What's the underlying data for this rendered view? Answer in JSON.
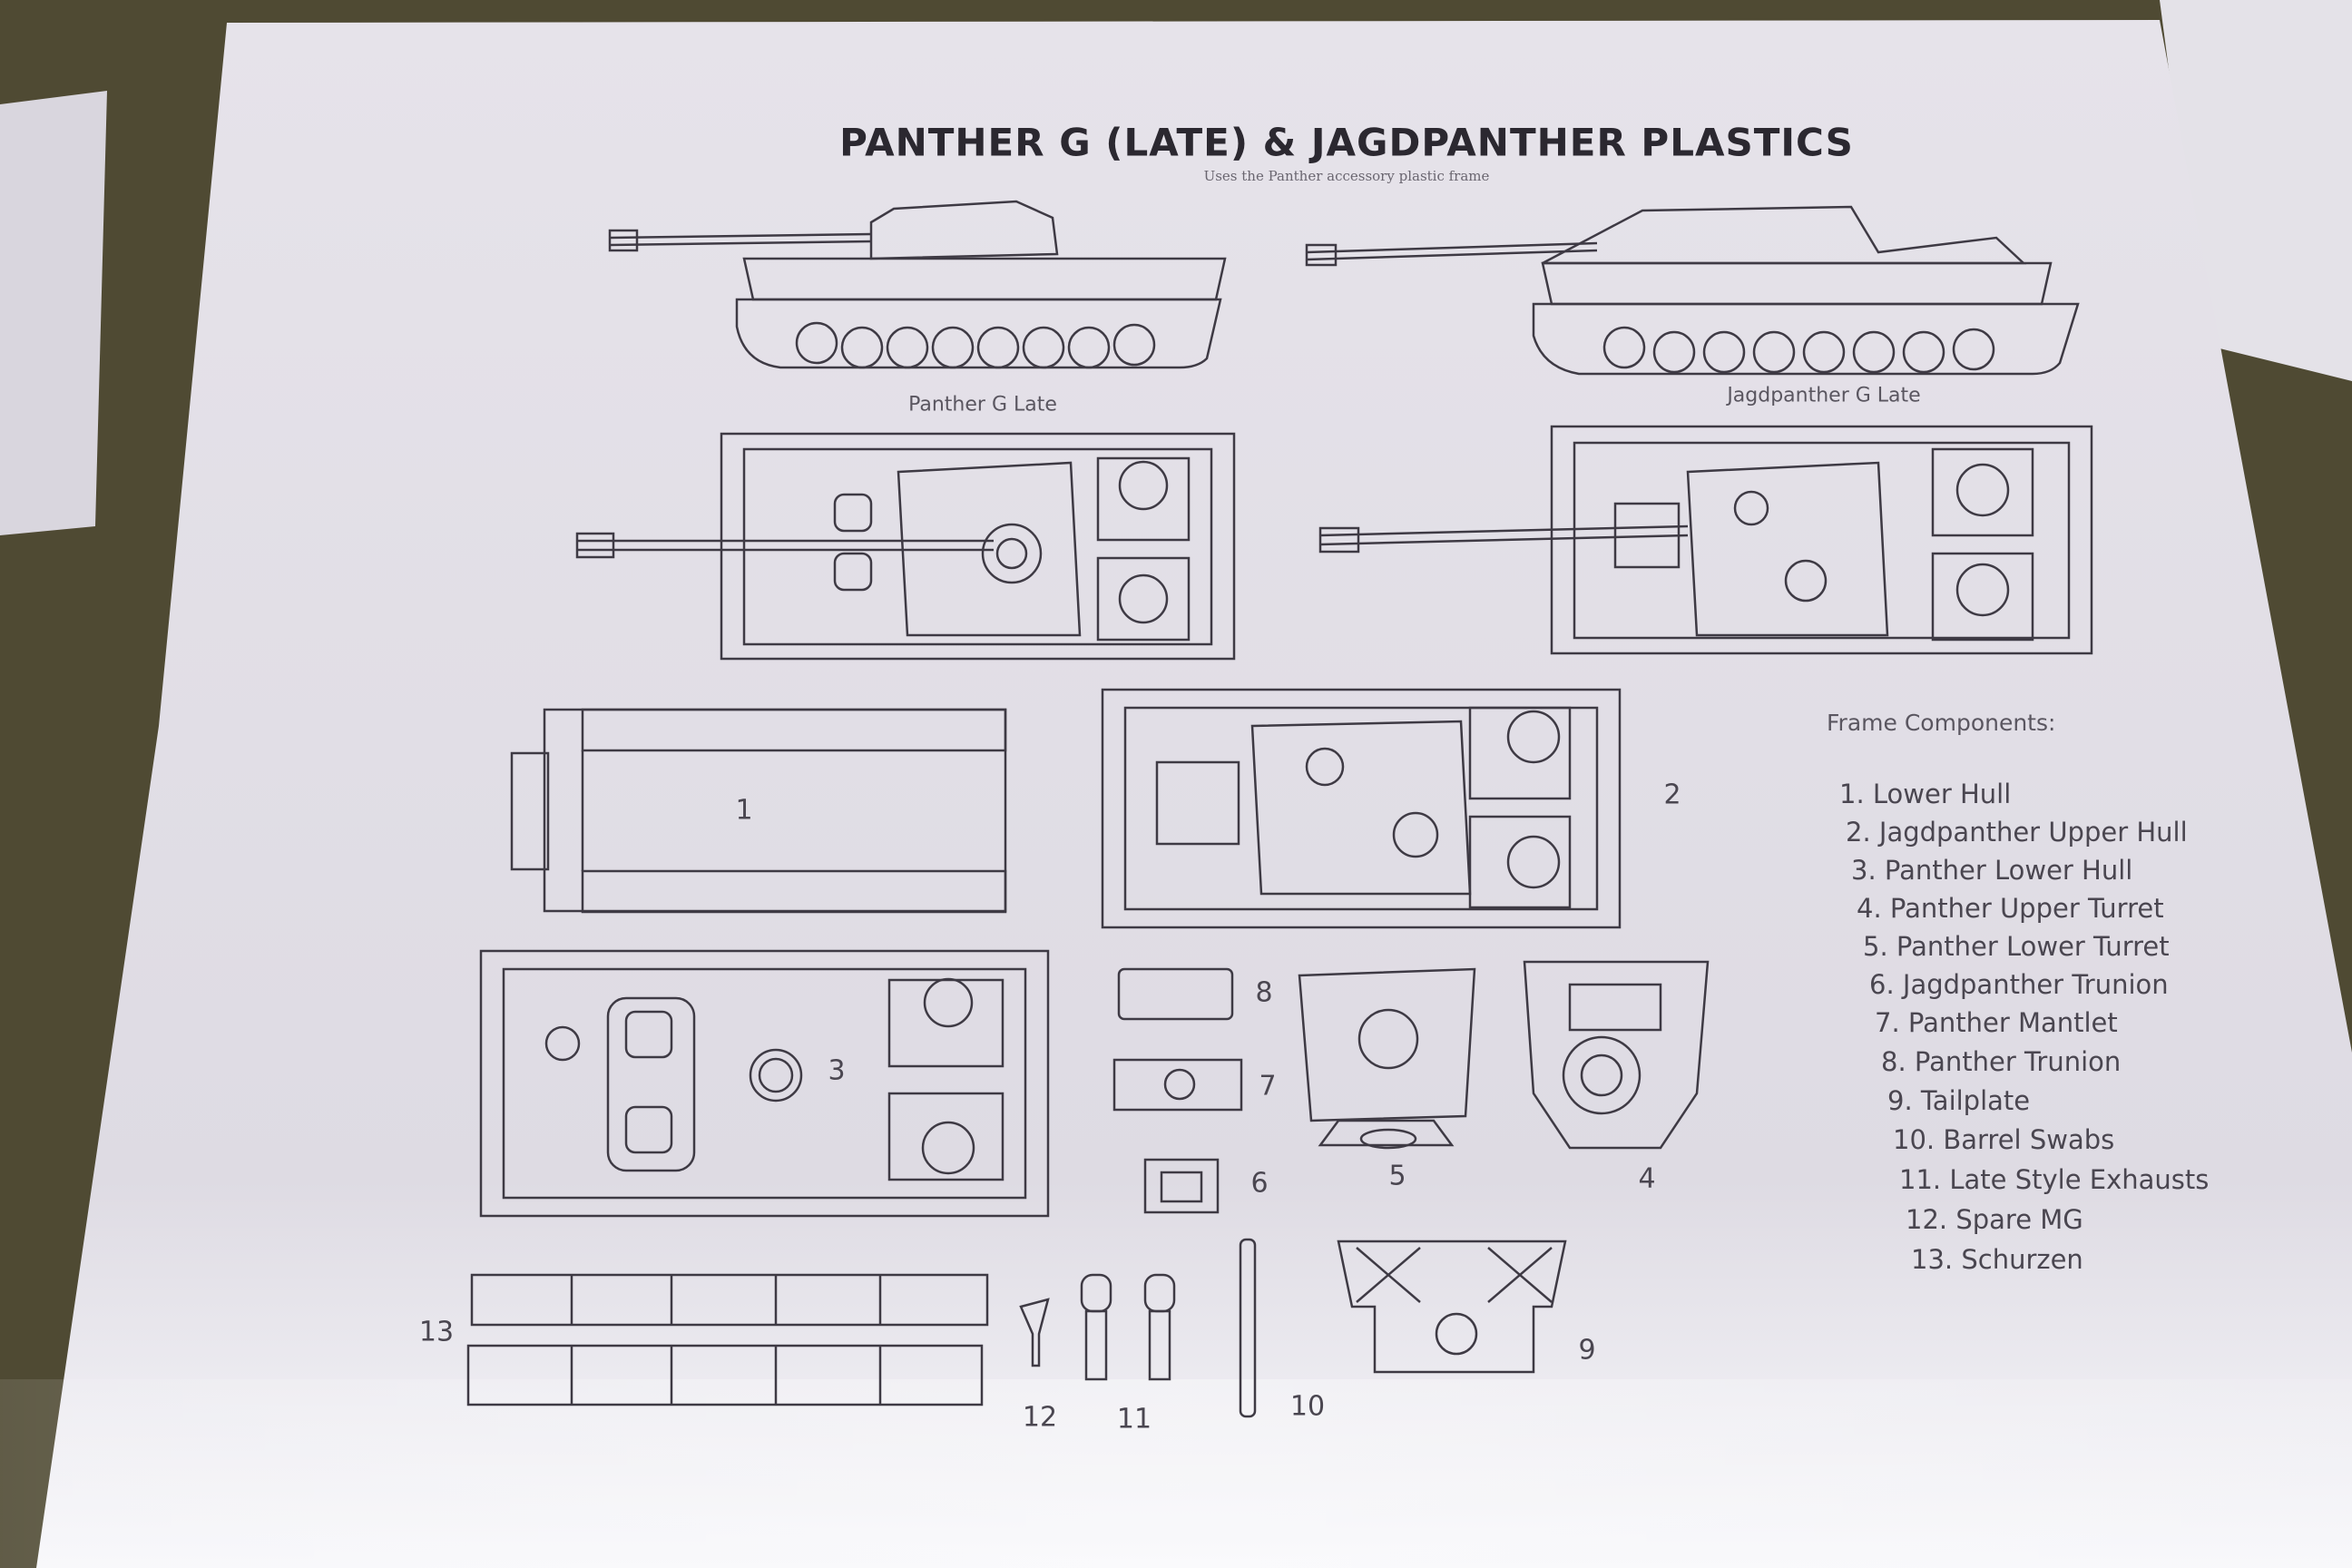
{
  "sheet": {
    "title": "PANTHER G (LATE) & JAGDPANTHER PLASTICS",
    "subtitle": "Uses the Panther accessory plastic frame",
    "captions": {
      "panther": "Panther G Late",
      "jagdpanther": "Jagdpanther G Late"
    },
    "part_numbers": [
      "1",
      "2",
      "3",
      "4",
      "5",
      "6",
      "7",
      "8",
      "9",
      "10",
      "11",
      "12",
      "13"
    ],
    "components_heading": "Frame Components:",
    "components": [
      "1. Lower Hull",
      "2. Jagdpanther Upper Hull",
      "3. Panther Lower Hull",
      "4. Panther Upper Turret",
      "5. Panther Lower Turret",
      "6. Jagdpanther Trunion",
      "7. Panther Mantlet",
      "8. Panther Trunion",
      "9. Tailplate",
      "10. Barrel Swabs",
      "11. Late Style Exhausts",
      "12. Spare MG",
      "13. Schurzen"
    ]
  },
  "colors": {
    "paper": "#e9e6ee",
    "ink": "#3a3640",
    "table": "#4f4a33"
  }
}
